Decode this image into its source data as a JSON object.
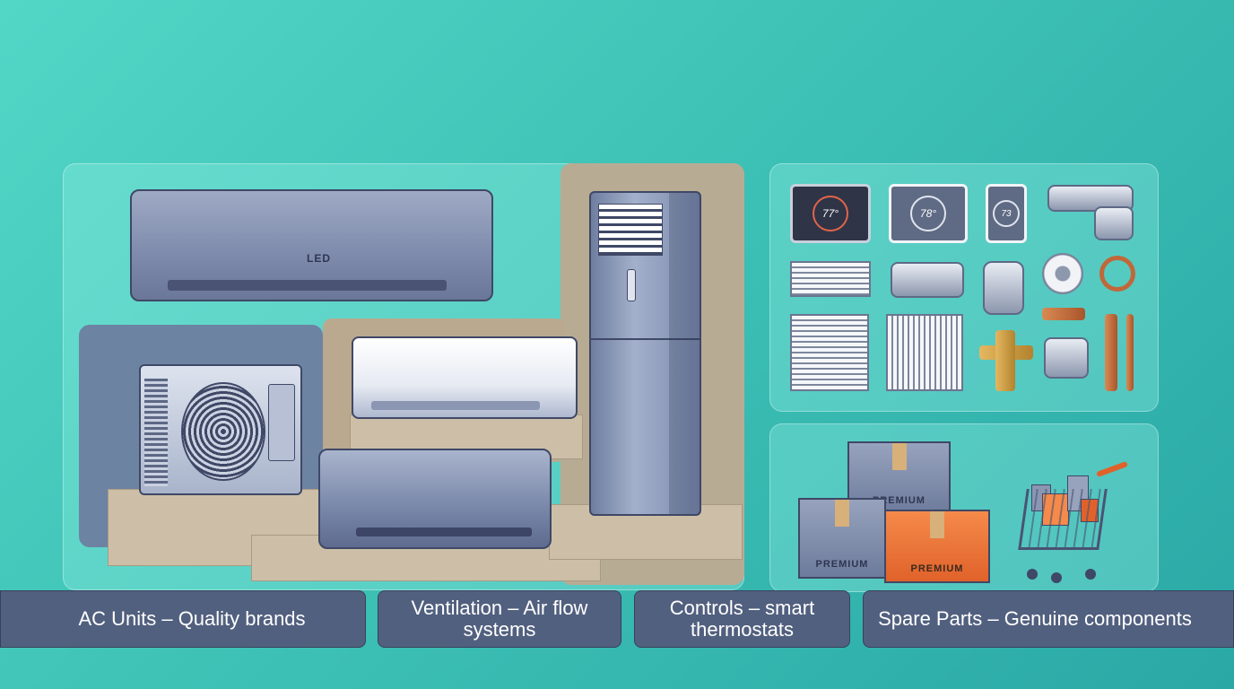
{
  "categories": [
    {
      "id": "ac-units",
      "label": "AC Units – Quality brands"
    },
    {
      "id": "ventilation",
      "label": "Ventilation – Air flow systems"
    },
    {
      "id": "controls",
      "label": "Controls – smart thermostats"
    },
    {
      "id": "spare-parts",
      "label": "Spare Parts – Genuine components"
    }
  ],
  "product_texts": {
    "wall_unit_display": "LED",
    "thermostat_1": "77°",
    "thermostat_2": "78°",
    "thermostat_3": "73",
    "box_label_1": "PREMIUM",
    "box_label_2": "PREMIUM",
    "box_label_3": "PREMIUM"
  },
  "colors": {
    "background": "#3ec2b6",
    "label_background": "#52607f",
    "accent_orange": "#e0622a"
  }
}
